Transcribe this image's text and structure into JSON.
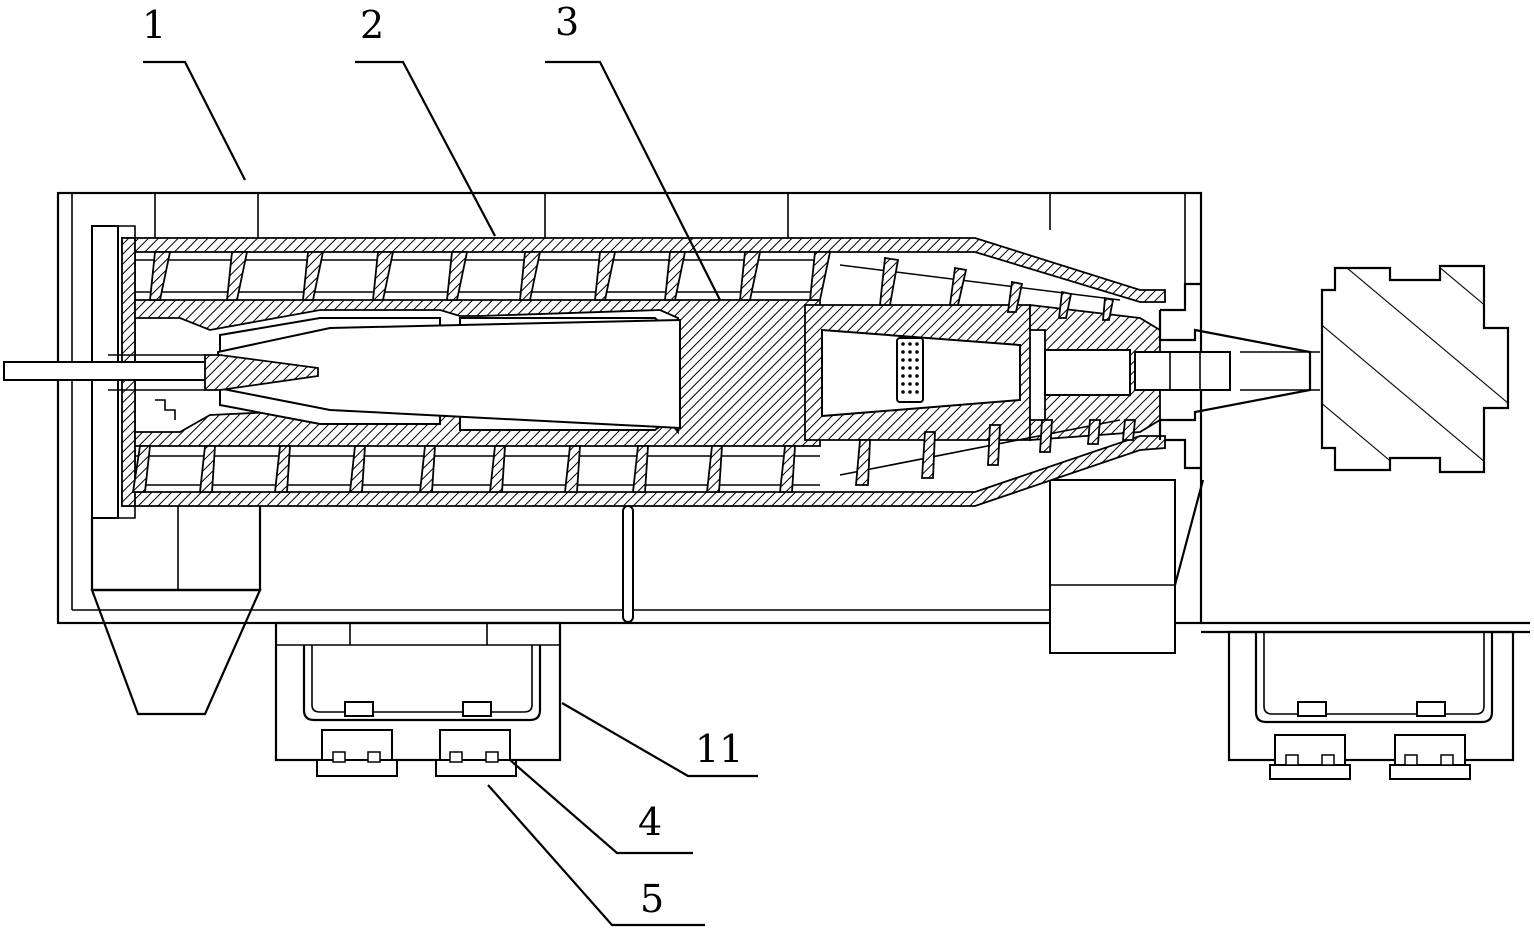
{
  "figure": {
    "labels": [
      {
        "id": "label-1",
        "text": "1"
      },
      {
        "id": "label-2",
        "text": "2"
      },
      {
        "id": "label-3",
        "text": "3"
      },
      {
        "id": "label-11",
        "text": "11"
      },
      {
        "id": "label-4",
        "text": "4"
      },
      {
        "id": "label-5",
        "text": "5"
      }
    ]
  },
  "colors": {
    "line": "#000000",
    "background": "#ffffff"
  }
}
